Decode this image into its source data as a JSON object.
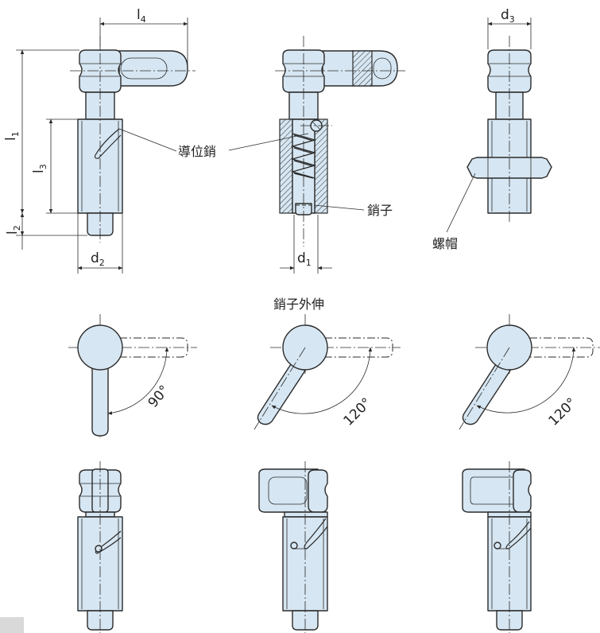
{
  "labels": {
    "guide_pin": "導位銷",
    "pin": "銷子",
    "nut": "螺帽",
    "pin_extended": "銷子外伸"
  },
  "dimensions": {
    "l1": {
      "base": "l",
      "sub": "1"
    },
    "l2": {
      "base": "l",
      "sub": "2"
    },
    "l3": {
      "base": "l",
      "sub": "3"
    },
    "l4": {
      "base": "l",
      "sub": "4"
    },
    "d1": {
      "base": "d",
      "sub": "1"
    },
    "d2": {
      "base": "d",
      "sub": "2"
    },
    "d3": {
      "base": "d",
      "sub": "3"
    }
  },
  "angles": {
    "a90": "90°",
    "a120a": "120°",
    "a120b": "120°"
  },
  "colors": {
    "part_fill": "#d6e6f2",
    "outline": "#2b2b2b"
  }
}
